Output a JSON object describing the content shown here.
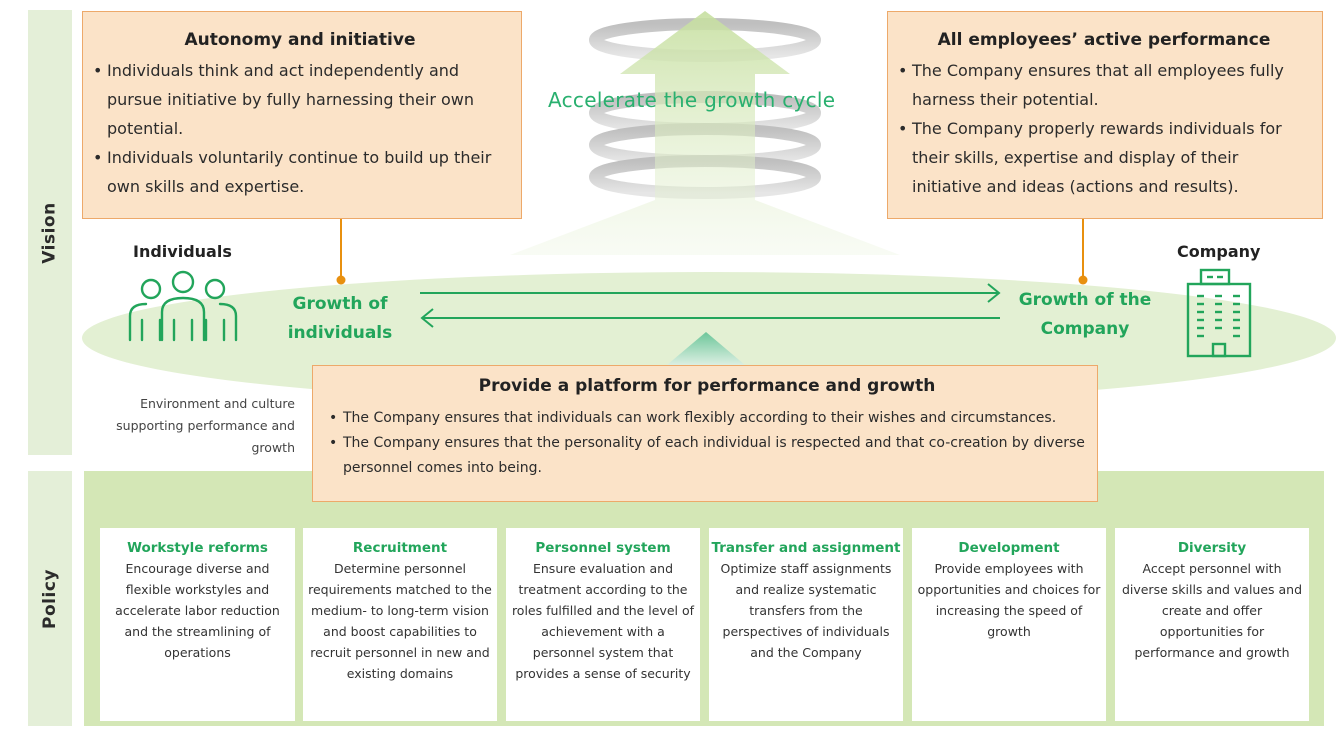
{
  "side_labels": {
    "vision": "Vision",
    "policy": "Policy"
  },
  "autonomy": {
    "title": "Autonomy and initiative",
    "bullets": [
      "Individuals think and act independently and pursue initiative by fully harnessing their own potential.",
      "Individuals voluntarily continue to build up their own skills and expertise."
    ]
  },
  "employees": {
    "title": "All employees’ active performance",
    "bullets": [
      "The Company ensures that all employees fully harness their potential.",
      "The Company properly rewards individuals for their skills, expertise and display of their initiative and ideas (actions and results)."
    ]
  },
  "accelerate": "Accelerate the growth cycle",
  "individuals_label": "Individuals",
  "company_label": "Company",
  "growth_individuals": "Growth of individuals",
  "growth_company": "Growth of the Company",
  "environment": "Environment and culture supporting performance and growth",
  "platform": {
    "title": "Provide a platform for performance and growth",
    "bullets": [
      "The Company ensures that individuals can work flexibly according to their wishes and circumstances.",
      "The Company ensures that the personality of each individual is respected and that co-creation by diverse personnel comes into being."
    ]
  },
  "policies": [
    {
      "title": "Workstyle reforms",
      "body": "Encourage diverse and flexible workstyles and accelerate labor reduction and the streamlining of operations"
    },
    {
      "title": "Recruitment",
      "body": "Determine personnel requirements matched to the medium- to long-term vision and boost capabilities to recruit personnel in new and existing domains"
    },
    {
      "title": "Personnel system",
      "body": "Ensure evaluation and treatment according to the roles fulfilled and the level of achievement with a personnel system that provides a sense of security"
    },
    {
      "title": "Transfer and assignment",
      "body": "Optimize staff assignments and realize systematic transfers from the perspectives of individuals and the Company"
    },
    {
      "title": "Development",
      "body": "Provide employees with opportunities and choices for increasing the speed of growth"
    },
    {
      "title": "Diversity",
      "body": "Accept personnel with diverse skills and values and create and offer opportunities for performance and growth"
    }
  ],
  "colors": {
    "accent_green": "#22a55b",
    "box_fill": "#fbe3c8",
    "box_border": "#eda96a",
    "connector_orange": "#e8900f",
    "policy_bg": "#d4e7b6",
    "label_bg": "#e4efd8"
  },
  "icons": {
    "individuals": "people-group-icon",
    "company": "office-building-icon"
  }
}
